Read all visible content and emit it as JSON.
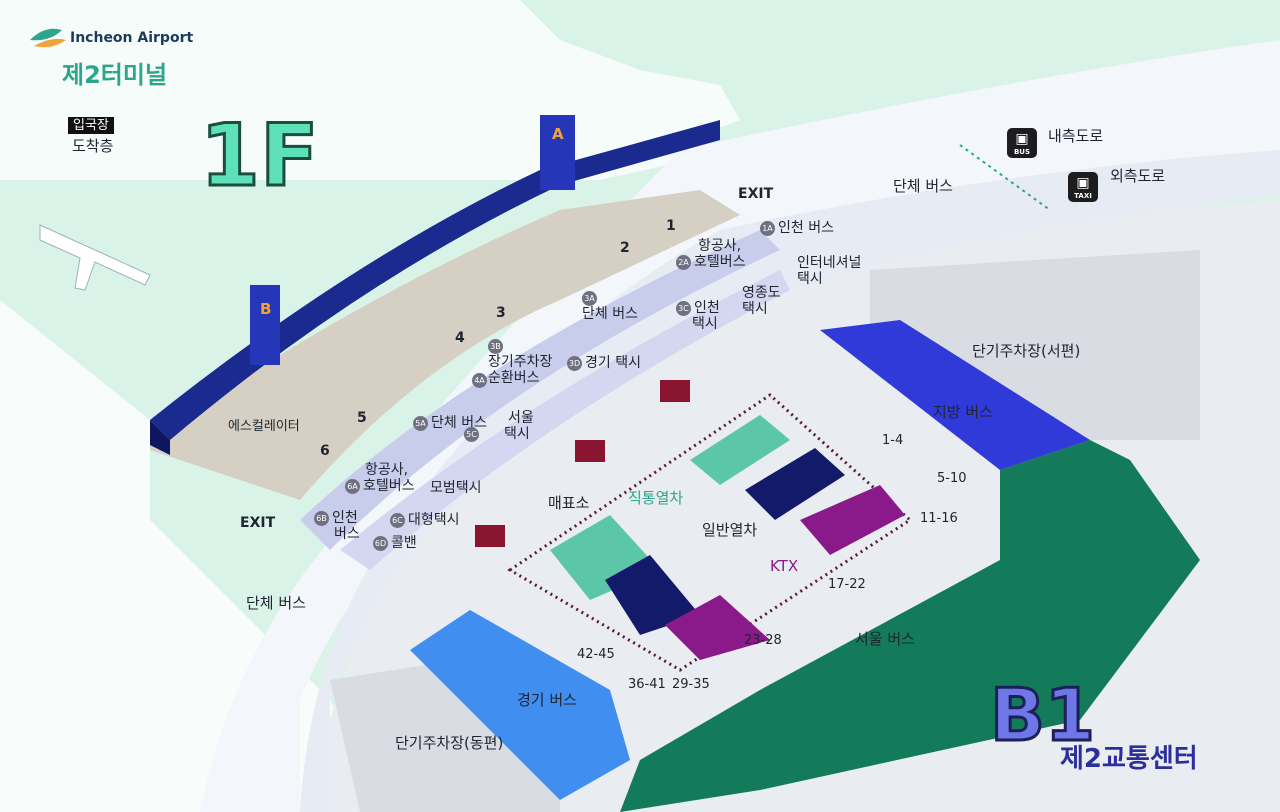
{
  "logo": {
    "text": "Incheon Airport"
  },
  "terminal": {
    "title": "제2터미널"
  },
  "floor_1f": {
    "label": "1F",
    "tag": "입국장",
    "subtitle": "도착층",
    "gate_a": "A",
    "gate_b": "B",
    "exit_left": "EXIT",
    "exit_right": "EXIT",
    "escalator_label": "에스컬레이터",
    "exits": [
      "1",
      "2",
      "3",
      "4",
      "5",
      "6"
    ]
  },
  "roads": {
    "inner": "내측도로",
    "outer": "외측도로",
    "bus_icon": "BUS",
    "taxi_icon": "TAXI",
    "group_bus_top": "단체 버스",
    "group_bus_bottom": "단체 버스"
  },
  "stops": {
    "s1A": {
      "code": "1A",
      "text": "인천 버스"
    },
    "s2A": {
      "code": "2A",
      "text1": "항공사,",
      "text2": "호텔버스"
    },
    "intl_taxi": {
      "text1": "인터네셔널",
      "text2": "택시"
    },
    "s3A": {
      "code": "3A",
      "text": "단체 버스"
    },
    "s3C": {
      "code": "3C",
      "text1": "인천",
      "text2": "택시"
    },
    "yeongjong": {
      "text1": "영종도",
      "text2": "택시"
    },
    "s3B": {
      "code": "3B",
      "text1": "장기주차장",
      "text2": "순환버스"
    },
    "s4A": {
      "code": "4A"
    },
    "s3D": {
      "code": "3D",
      "text": "경기 택시"
    },
    "s5A": {
      "code": "5A",
      "text": "단체 버스"
    },
    "s5C": {
      "code": "5C",
      "text1": "서울",
      "text2": "택시"
    },
    "s6A": {
      "code": "6A",
      "text1": "항공사,",
      "text2": "호텔버스"
    },
    "s6B": {
      "code": "6B",
      "text1": "인천",
      "text2": "버스"
    },
    "s6C": {
      "code": "6C",
      "text": "대형택시"
    },
    "s6D": {
      "code": "6D",
      "text": "콜밴"
    },
    "deluxe_taxi": {
      "text": "모범택시"
    }
  },
  "b1": {
    "label": "B1",
    "title": "제2교통센터",
    "parking_west": "단기주차장(서편)",
    "parking_east": "단기주차장(동편)",
    "regional_bus": "지방 버스",
    "seoul_bus": "서울 버스",
    "gyeonggi_bus": "경기 버스",
    "ticket_office": "매표소",
    "express_train": "직통열차",
    "regular_train": "일반열차",
    "ktx": "KTX",
    "bays": [
      "1-4",
      "5-10",
      "11-16",
      "17-22",
      "23-28",
      "29-35",
      "36-41",
      "42-45"
    ]
  },
  "colors": {
    "background": "#d9f3e8",
    "accent_green": "#2ca58d",
    "navy": "#1b2a8f",
    "blue_bay": "#2f3ad9",
    "green_bay": "#137a5a",
    "light_blue_bay": "#3f8ef0",
    "ktx_purple": "#8a1a8a"
  }
}
